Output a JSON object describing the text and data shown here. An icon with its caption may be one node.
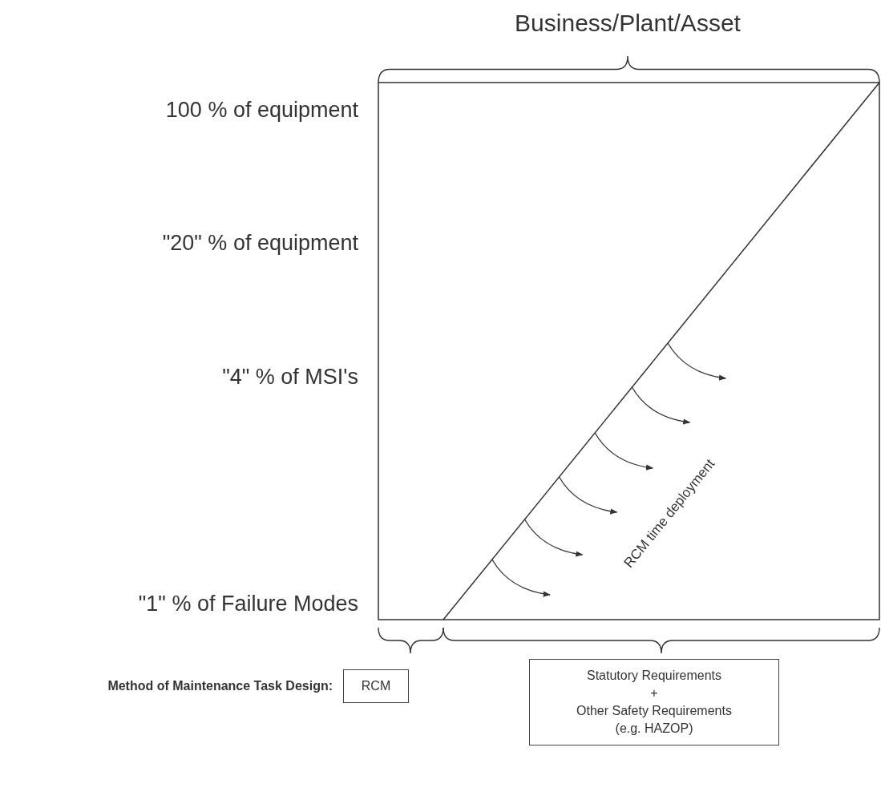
{
  "diagram": {
    "title": "Business/Plant/Asset",
    "nodes": [
      {
        "text": [
          "RCM"
        ]
      },
      {
        "text": [
          "Statutory Requirements",
          "+",
          "Other Safety Requirements (e.g. HAZOP)"
        ]
      }
    ],
    "labels": [
      "100 % of equipment",
      "\"20\" % of equipment",
      "\"4\" % of MSI's",
      "RCM time deployment",
      "\"1\" % of Failure Modes",
      "Method of Maintenance Task Design:"
    ]
  }
}
